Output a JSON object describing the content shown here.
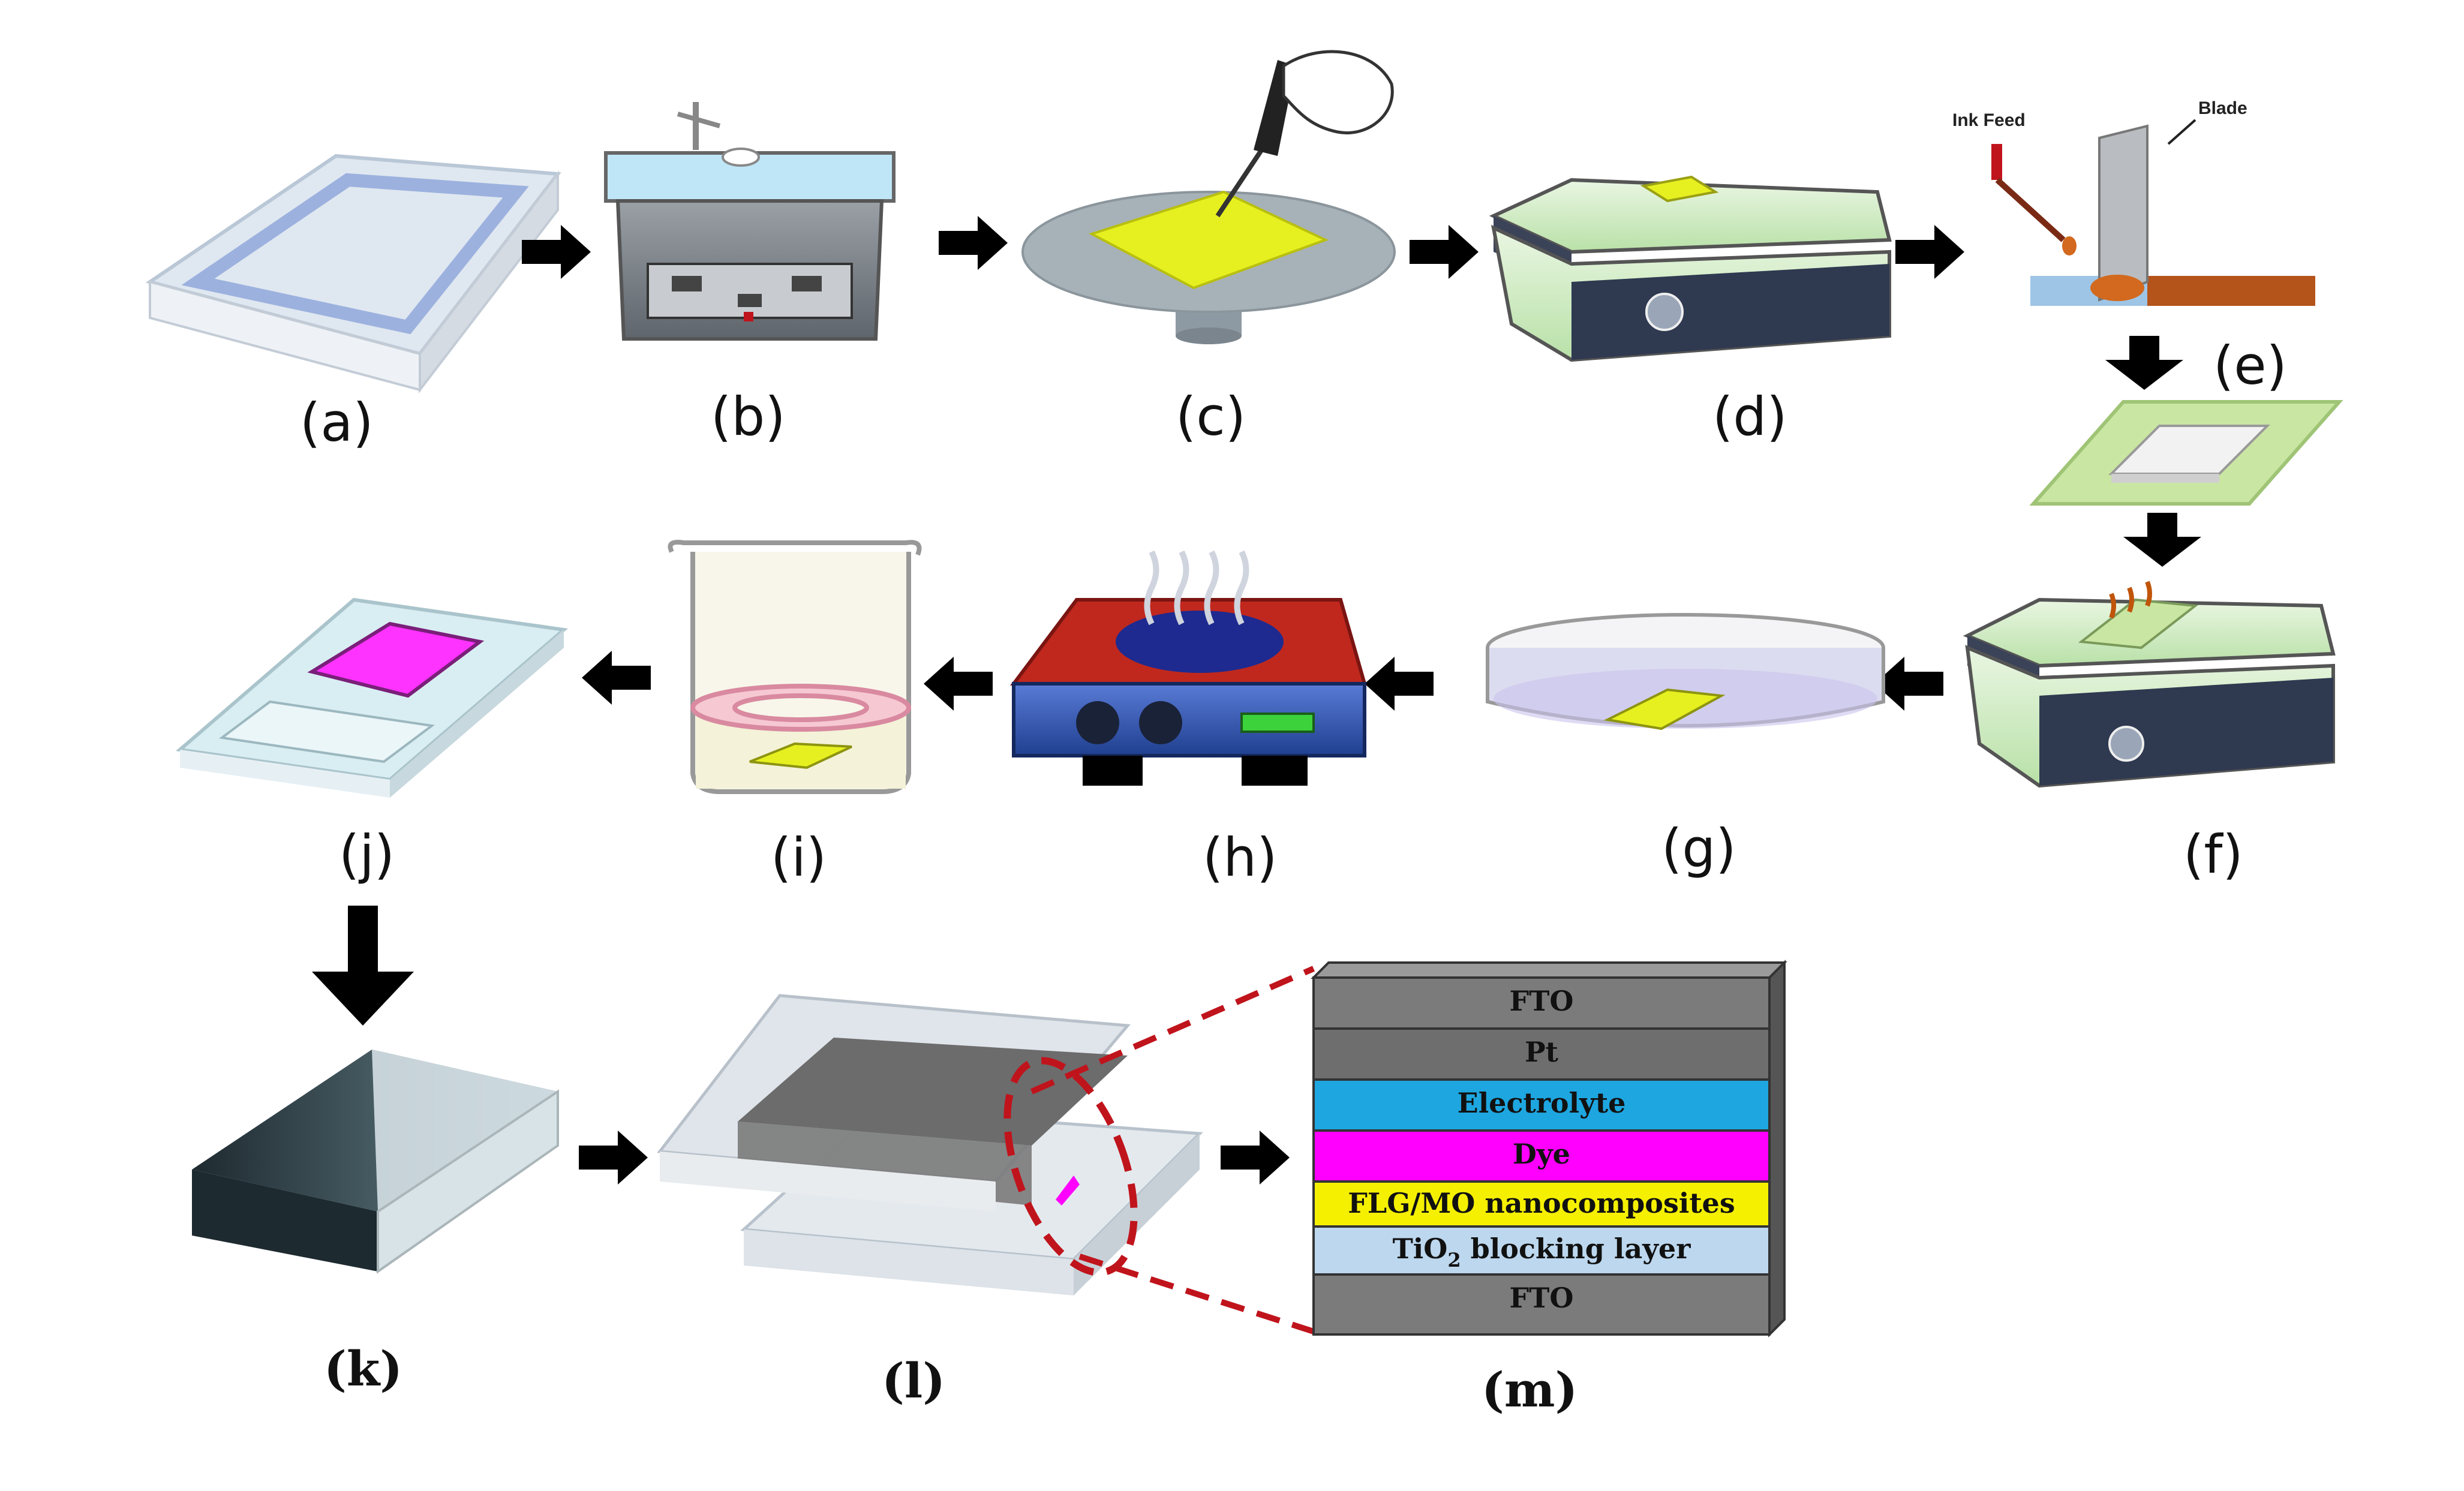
{
  "steps": [
    {
      "id": "a",
      "label": "(a)"
    },
    {
      "id": "b",
      "label": "(b)"
    },
    {
      "id": "c",
      "label": "(c)"
    },
    {
      "id": "d",
      "label": "(d)"
    },
    {
      "id": "e",
      "label": "(e)"
    },
    {
      "id": "f",
      "label": "(f)"
    },
    {
      "id": "g",
      "label": "(g)"
    },
    {
      "id": "h",
      "label": "(h)"
    },
    {
      "id": "i",
      "label": "(i)"
    },
    {
      "id": "j",
      "label": "(j)"
    },
    {
      "id": "k",
      "label": "(k)"
    },
    {
      "id": "l",
      "label": "(l)"
    },
    {
      "id": "m",
      "label": "(m)"
    }
  ],
  "blade_panel": {
    "ink_feed": "Ink Feed",
    "blade": "Blade"
  },
  "stack_layers": [
    {
      "name": "FTO",
      "color": "#7b7b7b"
    },
    {
      "name": "Pt",
      "color": "#6e6e6e"
    },
    {
      "name": "Electrolyte",
      "color": "#1ea6e0"
    },
    {
      "name": "Dye",
      "color": "#ff00ff"
    },
    {
      "name": "FLG/MO nanocomposites",
      "color": "#f5f000"
    },
    {
      "name": "TiO",
      "name_sub": "2",
      "name_rest": " blocking layer",
      "color": "#bcd7ee"
    },
    {
      "name": "FTO",
      "color": "#7b7b7b"
    }
  ],
  "colors": {
    "arrow": "#000000",
    "yellow_film": "#e6f020",
    "dashed_callout": "#c0141c",
    "hotplate_red": "#c0281e",
    "hotplate_blue": "#2a4fa8"
  }
}
